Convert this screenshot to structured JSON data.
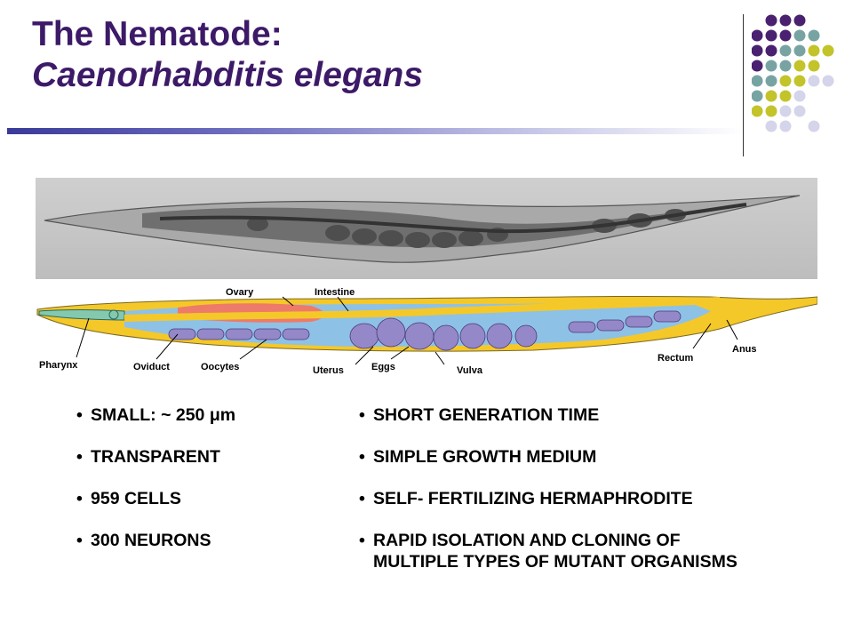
{
  "slide": {
    "title_line1": "The Nematode:",
    "title_line2": "Caenorhabditis elegans"
  },
  "diagram_labels": {
    "ovary": "Ovary",
    "intestine": "Intestine",
    "pharynx": "Pharynx",
    "oviduct": "Oviduct",
    "oocytes": "Oocytes",
    "uterus": "Uterus",
    "eggs": "Eggs",
    "vulva": "Vulva",
    "rectum": "Rectum",
    "anus": "Anus"
  },
  "bullets_left": [
    "SMALL: ~ 250 μm",
    "TRANSPARENT",
    "959 CELLS",
    "300 NEURONS"
  ],
  "bullets_right": [
    "SHORT GENERATION TIME",
    "SIMPLE GROWTH MEDIUM",
    "SELF- FERTILIZING HERMAPHRODITE",
    "RAPID  ISOLATION AND CLONING OF"
  ],
  "bullet_right_continuation": "MULTIPLE TYPES OF MUTANT ORGANISMS",
  "bullet_glyph": "•",
  "colors": {
    "title": "#3d1a68",
    "dot_purple": "#4a2070",
    "dot_teal": "#78a3a3",
    "dot_olive": "#c3c32a",
    "dot_lavender": "#d4d4ea",
    "worm_yellow": "#f5c829",
    "worm_blue": "#8ec1e6",
    "ovary_red": "#ee7a6a",
    "egg_purple": "#9488c8"
  }
}
